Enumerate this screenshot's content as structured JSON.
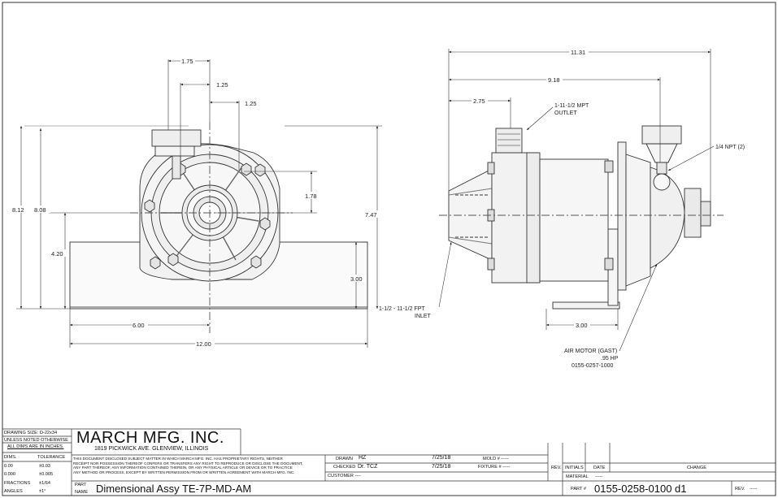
{
  "front_view": {
    "dims": {
      "d175": "1.75",
      "d125a": "1.25",
      "d125b": "1.25",
      "d178": "1.78",
      "d812": "8.12",
      "d808": "8.08",
      "d420": "4.20",
      "d747": "7.47",
      "d300": "3.00",
      "d600": "6.00",
      "d1200": "12.00"
    }
  },
  "side_view": {
    "dims": {
      "d1131": "11.31",
      "d918": "9.18",
      "d275": "2.75",
      "d300": "3.00"
    },
    "notes": {
      "outlet_line1": "1-11-1/2 MPT",
      "outlet_line2": "OUTLET",
      "npt": "1/4 NPT (2)",
      "inlet_line1": "1-1/2 - 11-1/2 FPT",
      "inlet_line2": "INLET",
      "motor_line1": "AIR MOTOR (GAST)",
      "motor_line2": ".95 HP",
      "motor_line3": "0155-0257-1000"
    }
  },
  "title_block": {
    "drawing_size": "DRAWING SIZE: D-22x34",
    "unless_noted": "UNLESS NOTED OTHERWISE",
    "all_dims": "ALL DIMS ARE IN INCHES.",
    "dims_label": "DIMS.",
    "tolerance_label": "TOLERANCE",
    "tol_rows": [
      {
        "dim": "0.00",
        "tol": "±0.03"
      },
      {
        "dim": "0.000",
        "tol": "±0.005"
      },
      {
        "dim": "FRACTIONS",
        "tol": "±1/64"
      },
      {
        "dim": "ANGLES",
        "tol": "±1°"
      }
    ],
    "company": "MARCH MFG. INC.",
    "address": "1819 PICKWICK AVE. GLENVIEW, ILLINOIS",
    "disclaimer_lines": [
      "THIS DOCUMENT DISCLOSED SUBJECT MATTER IN WHICH MARCH MFG. INC. HAS PROPRIETARY RIGHTS, NEITHER",
      "RECEIPT NOR POSSESSION THEREOF CONFERS OR TRANSFERS ANY RIGHT TO REPRODUCE OR DISCLOSE THE DOCUMENT,",
      "ANY PART THEREOF, ANY INFORMATION CONTAINED THEREIN, OR ANY PHYSICAL ARTICLE OR DEVICE OR TO PRACTICE",
      "ANY METHOD OR PROCESS, EXCEPT BY WRITTEN PERMISSION FROM OR WRITTEN AGREEMENT WITH MARCH MFG. INC."
    ],
    "drawn_label": "DRAWN",
    "drawn_value": "HZ",
    "drawn_date": "7/25/18",
    "checked_label": "CHECKED",
    "checked_value": "Dr. TCZ",
    "checked_date": "7/25/18",
    "customer_label": "CUSTOMER ----",
    "mold_label": "MOLD # -----",
    "fixture_label": "FIXTURE # -----",
    "rev_col": "REV.",
    "initials_col": "INITIALS",
    "date_col": "DATE",
    "change_col": "CHANGE",
    "material_label": "MATERIAL",
    "material_value": "-----",
    "part_label_1": "PART",
    "part_label_2": "NAME",
    "part_name": "Dimensional Assy TE-7P-MD-AM",
    "part_no_label": "PART #",
    "part_no": "0155-0258-0100 d1",
    "rev_label": "REV.",
    "rev_value": "-----"
  }
}
